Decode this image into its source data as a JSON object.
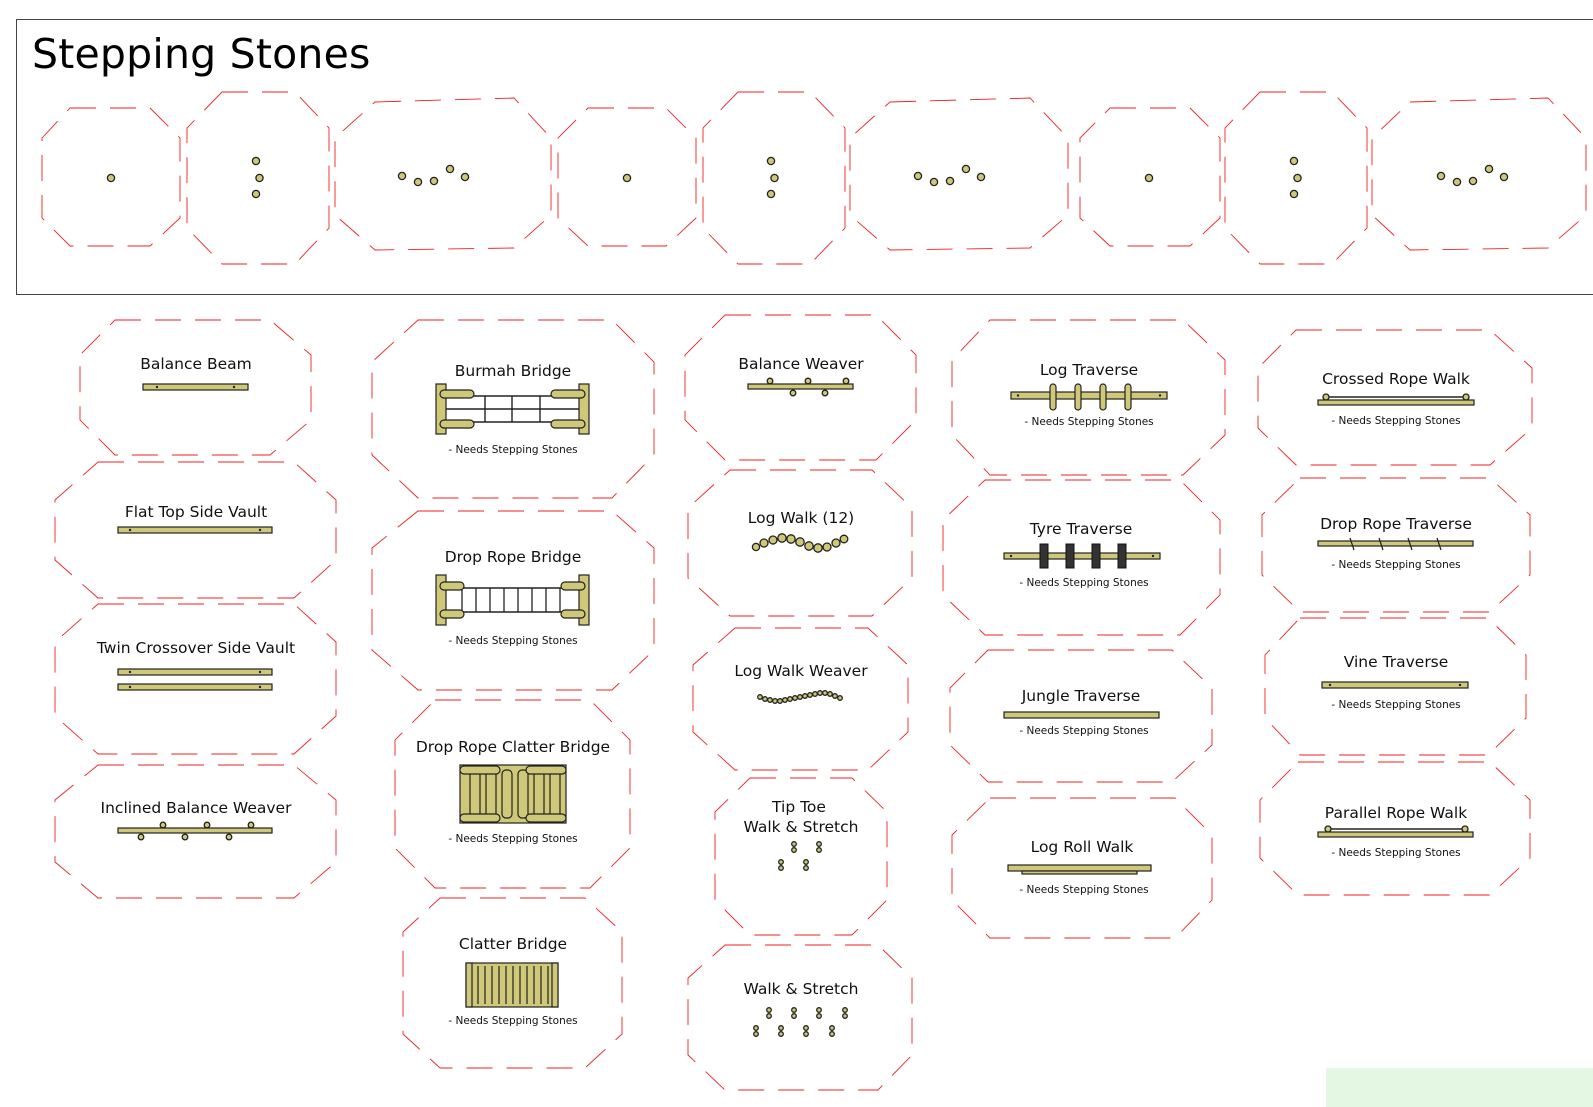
{
  "title": "Stepping Stones",
  "needs_label": "- Needs Stepping Stones",
  "colors": {
    "outline": "#ee2222",
    "equipment_fill": "#cfc878",
    "equipment_stroke": "#222222",
    "corner_swatch": "#e3f7e3"
  },
  "icon_names": [
    "single-stone-icon",
    "three-stones-icon",
    "five-stones-icon"
  ],
  "components": {
    "balance_beam": "Balance Beam",
    "flat_top_side_vault": "Flat Top Side Vault",
    "twin_crossover_side_vault": "Twin Crossover Side Vault",
    "inclined_balance_weaver": "Inclined Balance Weaver",
    "burmah_bridge": "Burmah Bridge",
    "drop_rope_bridge": "Drop Rope Bridge",
    "drop_rope_clatter_bridge": "Drop Rope Clatter Bridge",
    "clatter_bridge": "Clatter Bridge",
    "balance_weaver": "Balance Weaver",
    "log_walk_12": "Log Walk (12)",
    "log_walk_weaver": "Log Walk Weaver",
    "tip_toe_line1": "Tip Toe",
    "tip_toe_line2": "Walk & Stretch",
    "walk_and_stretch": "Walk & Stretch",
    "log_traverse": "Log Traverse",
    "tyre_traverse": "Tyre Traverse",
    "jungle_traverse": "Jungle Traverse",
    "log_roll_walk": "Log Roll Walk",
    "crossed_rope_walk": "Crossed Rope Walk",
    "drop_rope_traverse": "Drop Rope Traverse",
    "vine_traverse": "Vine Traverse",
    "parallel_rope_walk": "Parallel Rope Walk"
  }
}
